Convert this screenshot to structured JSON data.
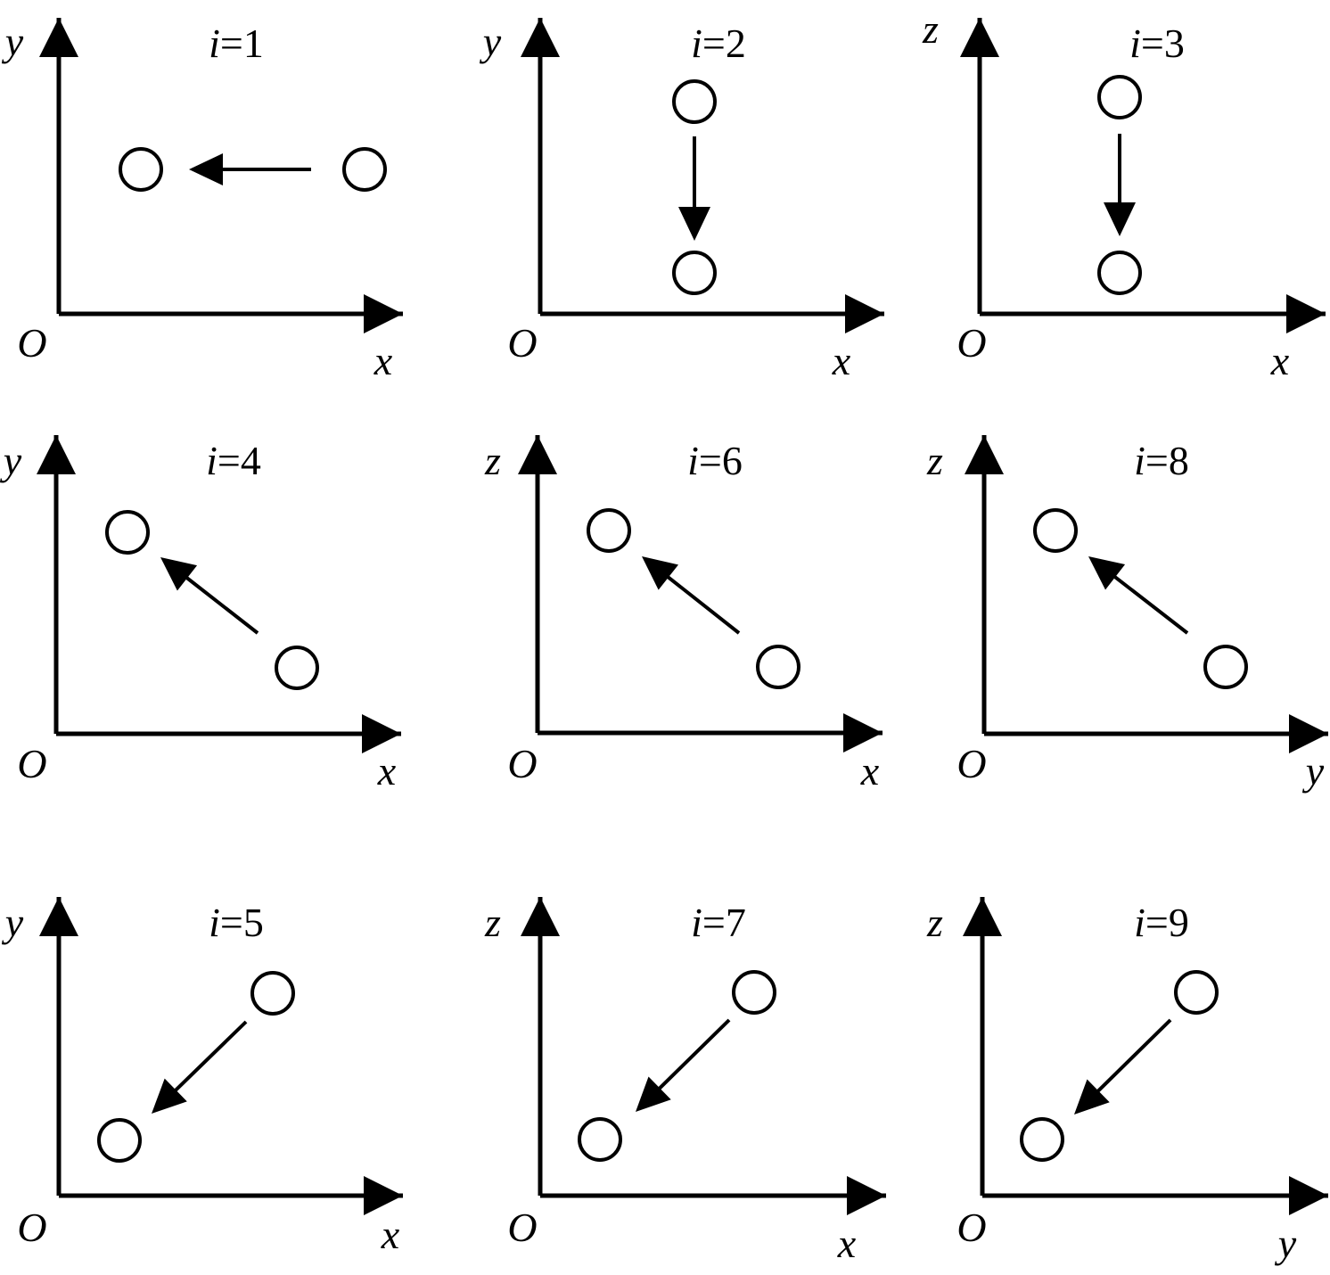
{
  "panels": [
    {
      "index": "1",
      "italic": "i",
      "rest": "=1",
      "yaxis": "y",
      "xaxis": "x",
      "origin": "O"
    },
    {
      "index": "2",
      "italic": "i",
      "rest": "=2",
      "yaxis": "y",
      "xaxis": "x",
      "origin": "O"
    },
    {
      "index": "3",
      "italic": "i",
      "rest": "=3",
      "yaxis": "z",
      "xaxis": "x",
      "origin": "O"
    },
    {
      "index": "4",
      "italic": "i",
      "rest": "=4",
      "yaxis": "y",
      "xaxis": "x",
      "origin": "O"
    },
    {
      "index": "6",
      "italic": "i",
      "rest": "=6",
      "yaxis": "z",
      "xaxis": "x",
      "origin": "O"
    },
    {
      "index": "8",
      "italic": "i",
      "rest": "=8",
      "yaxis": "z",
      "xaxis": "y",
      "origin": "O"
    },
    {
      "index": "5",
      "italic": "i",
      "rest": "=5",
      "yaxis": "y",
      "xaxis": "x",
      "origin": "O"
    },
    {
      "index": "7",
      "italic": "i",
      "rest": "=7",
      "yaxis": "z",
      "xaxis": "x",
      "origin": "O"
    },
    {
      "index": "9",
      "italic": "i",
      "rest": "=9",
      "yaxis": "z",
      "xaxis": "y",
      "origin": "O"
    }
  ]
}
